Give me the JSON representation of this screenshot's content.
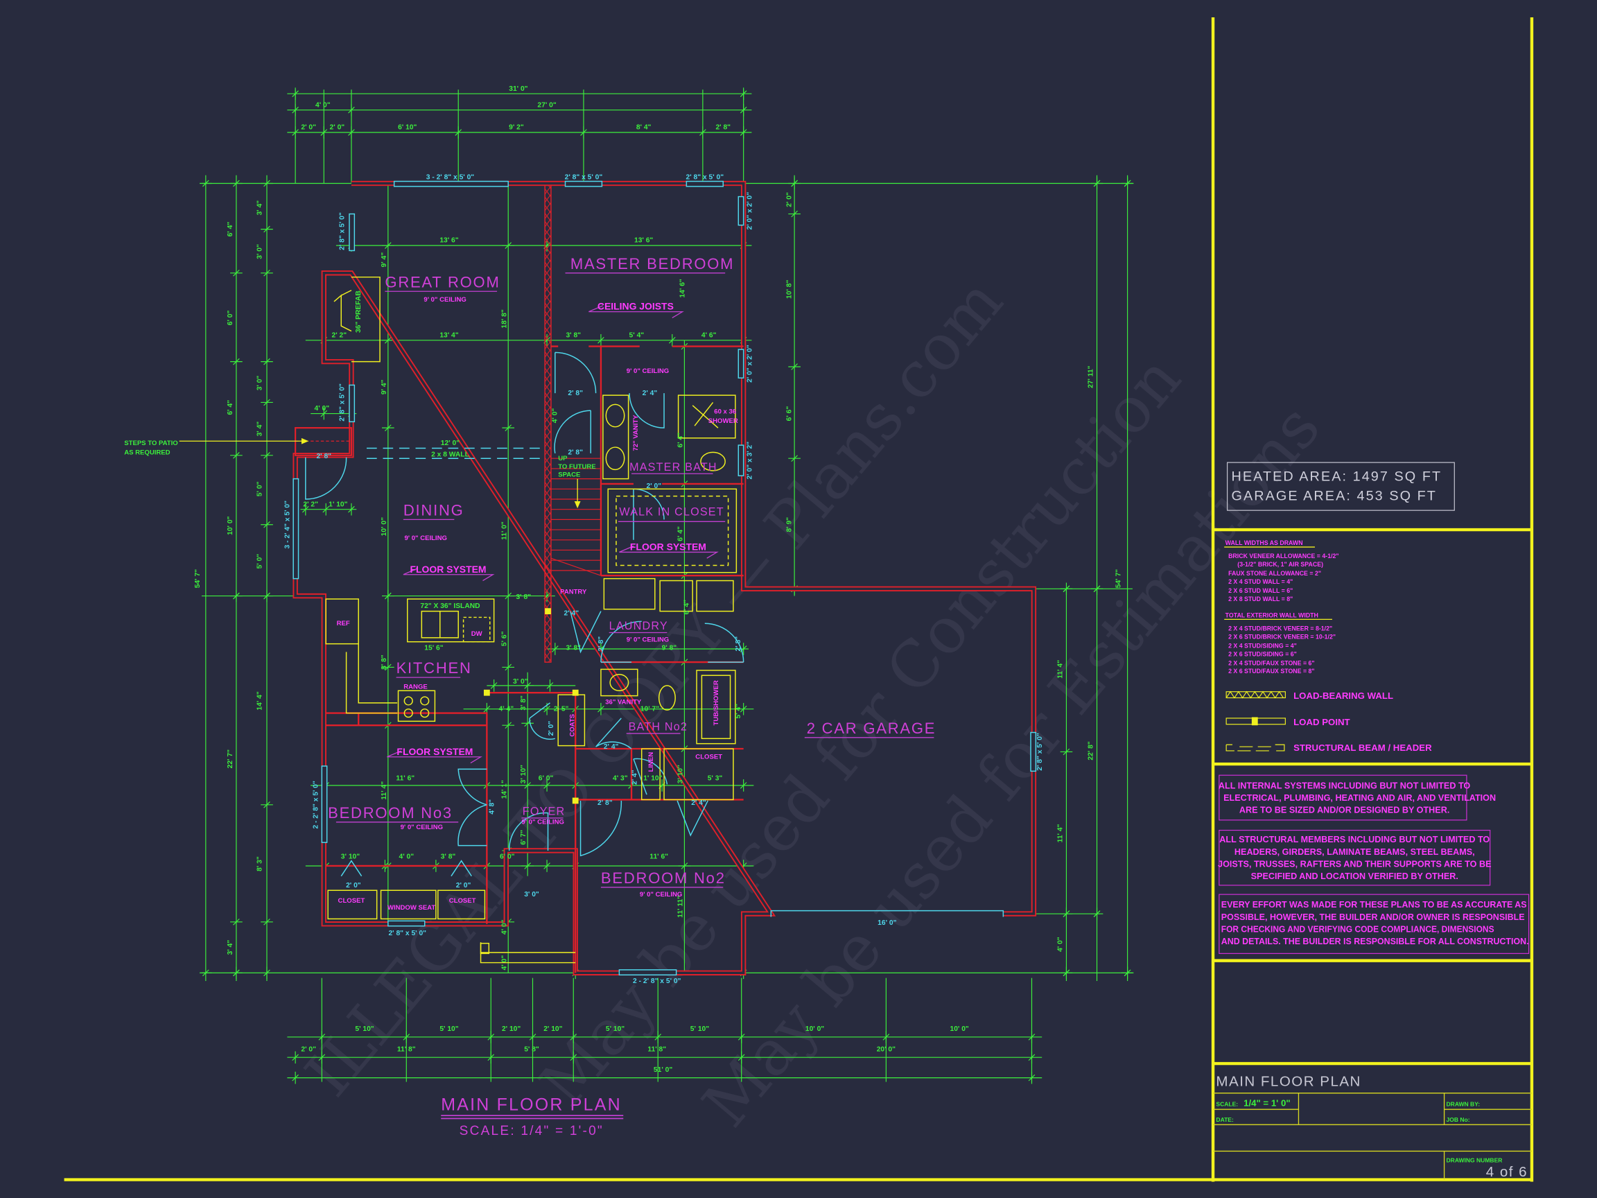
{
  "sheet": {
    "title": "MAIN FLOOR PLAN",
    "scale_label": "SCALE:",
    "scale_value": "1/4\" = 1' 0\"",
    "date_label": "DATE:",
    "drawn_by_label": "DRAWN BY:",
    "job_no_label": "JOB No:",
    "drawing_number_label": "DRAWING NUMBER",
    "drawing_number": "4 of 6"
  },
  "areas": {
    "heated": "HEATED AREA: 1497 SQ FT",
    "garage": "GARAGE AREA: 453 SQ FT"
  },
  "wall_widths": {
    "title": "WALL WIDTHS AS DRAWN",
    "lines": [
      "BRICK VENEER ALLOWANCE = 4-1/2\"",
      "(3-1/2\" BRICK, 1\" AIR SPACE)",
      "FAUX STONE ALLOWANCE = 2\"",
      "2 X 4 STUD WALL = 4\"",
      "2 X 6 STUD WALL = 6\"",
      "2 X 8 STUD WALL = 8\""
    ]
  },
  "exterior_widths": {
    "title": "TOTAL EXTERIOR WALL WIDTH",
    "lines": [
      "2 X 4 STUD/BRICK VENEER = 8-1/2\"",
      "2 X 6 STUD/BRICK VENEER = 10-1/2\"",
      "2 X 4 STUD/SIDING = 4\"",
      "2 X 6 STUD/SIDING = 6\"",
      "2 X 4 STUD/FAUX STONE = 6\"",
      "2 X 6 STUD/FAUX STONE = 8\""
    ]
  },
  "legend": [
    {
      "label": "LOAD-BEARING WALL",
      "icon": "load-bearing-wall-symbol"
    },
    {
      "label": "LOAD POINT",
      "icon": "load-point-symbol"
    },
    {
      "label": "STRUCTURAL BEAM / HEADER",
      "icon": "beam-header-symbol"
    }
  ],
  "notes": [
    [
      "ALL INTERNAL SYSTEMS INCLUDING BUT NOT LIMITED TO",
      "ELECTRICAL, PLUMBING, HEATING AND AIR, AND VENTILATION",
      "ARE TO BE SIZED AND/OR DESIGNED BY OTHER."
    ],
    [
      "ALL STRUCTURAL MEMBERS INCLUDING BUT NOT LIMITED TO",
      "HEADERS, GIRDERS, LAMINATE BEAMS, STEEL BEAMS,",
      "JOISTS, TRUSSES, RAFTERS AND THEIR SUPPORTS ARE TO BE",
      "SPECIFIED AND LOCATION VERIFIED BY OTHER."
    ],
    [
      "EVERY EFFORT WAS MADE FOR THESE PLANS TO BE AS ACCURATE AS",
      "POSSIBLE, HOWEVER, THE BUILDER AND/OR OWNER IS RESPONSIBLE",
      "FOR CHECKING AND VERIFYING CODE COMPLIANCE, DIMENSIONS",
      "AND DETAILS. THE BUILDER IS RESPONSIBLE FOR ALL CONSTRUCTION."
    ]
  ],
  "plan_title": "MAIN FLOOR PLAN",
  "plan_scale": "SCALE: 1/4\" = 1'-0\"",
  "rooms": {
    "great_room": "GREAT ROOM",
    "master_bedroom": "MASTER BEDROOM",
    "master_bath": "MASTER BATH",
    "walk_in_closet": "WALK IN CLOSET",
    "dining": "DINING",
    "kitchen": "KITCHEN",
    "laundry": "LAUNDRY",
    "bath2": "BATH No2",
    "bedroom3": "BEDROOM No3",
    "foyer": "FOYER",
    "bedroom2": "BEDROOM No2",
    "garage": "2 CAR GARAGE"
  },
  "labels": {
    "ceiling": "9' 0\" CEILING",
    "ceiling_joists": "CEILING JOISTS",
    "floor_system": "FLOOR SYSTEM",
    "prefab": "36\" PREFAB",
    "vanity72": "72\" VANITY",
    "shower1": "60 x 36",
    "shower2": "SHOWER",
    "up": "UP",
    "future1": "TO FUTURE",
    "future2": "SPACE",
    "pantry": "PANTRY",
    "island": "72\" X 36\" ISLAND",
    "ref": "REF",
    "dw": "DW",
    "range": "RANGE",
    "vanity36": "36\" VANITY",
    "tub": "TUB/SHOWER",
    "coats": "COATS",
    "linen": "LINEN",
    "closet": "CLOSET",
    "window_seat": "WINDOW SEAT",
    "steps1": "STEPS TO PATIO",
    "steps2": "AS REQUIRED",
    "wall2x8": "2 x 8 WALL"
  },
  "windows": {
    "w3_28x50": "3 - 2' 8\" x 5' 0\"",
    "w28x50": "2' 8\" x 5' 0\"",
    "w20x20": "2' 0\" x 2' 0\"",
    "w20x32": "2' 0\" x 3' 2\"",
    "w3_24x50": "3 - 2' 4\" x 5' 0\"",
    "w2_28x50": "2 - 2' 8\" x 5' 0\"",
    "w16_0": "16' 0\""
  },
  "doors": {
    "d2_8": "2' 8\"",
    "d2_4": "2' 4\"",
    "d2_0": "2' 0\"",
    "d3_0": "3' 0\"",
    "d4_8": "4' 8\""
  },
  "dims": {
    "31_0": "31' 0\"",
    "4_0": "4' 0\"",
    "27_0": "27' 0\"",
    "2_0": "2' 0\"",
    "6_10": "6' 10\"",
    "9_2": "9' 2\"",
    "8_4": "8' 4\"",
    "2_8": "2' 8\"",
    "13_6": "13' 6\"",
    "13_4": "13' 4\"",
    "3_8": "3' 8\"",
    "5_4": "5' 4\"",
    "4_6": "4' 6\"",
    "2_2": "2' 2\"",
    "1_10": "1' 10\"",
    "12_0": "12' 0\"",
    "15_6": "15' 6\"",
    "9_8": "9' 8\"",
    "3_0": "3' 0\"",
    "4_4": "4' 4\"",
    "2_5": "2' 5\"",
    "10_7": "10' 7\"",
    "11_6": "11' 6\"",
    "6_0": "6' 0\"",
    "4_3": "4' 3\"",
    "5_3": "5' 3\"",
    "3_10": "3' 10\"",
    "5_10": "5' 10\"",
    "2_10": "2' 10\"",
    "11_8": "11' 8\"",
    "5_8": "5' 8\"",
    "20_0": "20' 0\"",
    "10_0": "10' 0\"",
    "51_0": "51' 0\"",
    "54_7": "54' 7\"",
    "6_4": "6' 4\"",
    "22_7": "22' 7\"",
    "3_4": "3' 4\"",
    "5_0": "5' 0\"",
    "14_4": "14' 4\"",
    "8_3": "8' 3\"",
    "27_11": "27' 11\"",
    "10_8": "10' 8\"",
    "6_6": "6' 6\"",
    "8_9": "8' 9\"",
    "11_4": "11' 4\"",
    "22_8": "22' 8\"",
    "9_4": "9' 4\"",
    "18_8": "18' 8\"",
    "14_6": "14' 6\"",
    "11_0": "11' 0\"",
    "5_6": "5' 6\"",
    "8_8": "8' 8\"",
    "14_1": "14' 1\"",
    "6_7": "6' 7\"",
    "11_11": "11' 11\""
  },
  "watermark": [
    "ILLEGAL TO COPY — Plans.com",
    "May be used for Construction",
    "May be used for Estimations"
  ],
  "colors": {
    "background": "#282b3e",
    "walls": "#e0202a",
    "dimensions": "#3cf03c",
    "openings": "#4fd8ec",
    "labels": "#ff3cff",
    "fixtures": "#f0f020",
    "frame": "#f2f21e"
  }
}
